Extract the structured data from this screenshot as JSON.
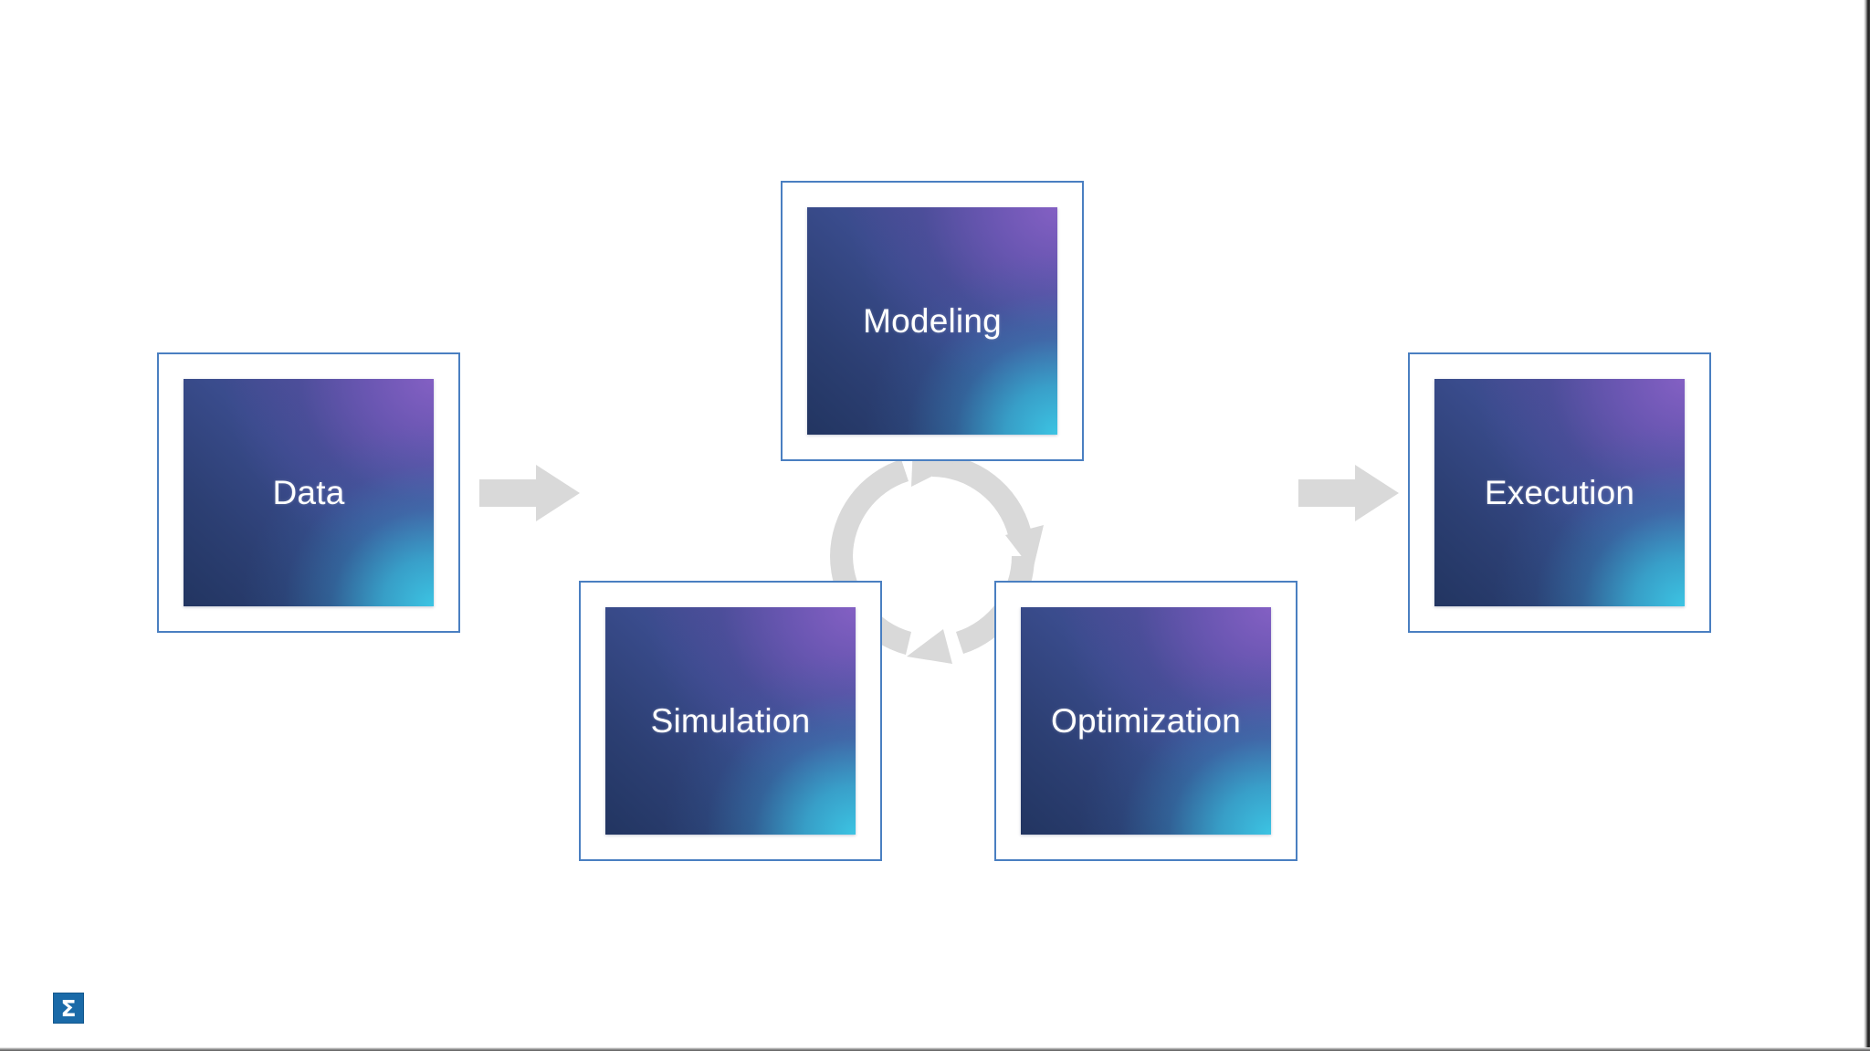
{
  "slide": {
    "background_color": "#ffffff",
    "accent_border_color": "#4a7fc1",
    "connector_color": "#d9d9d9",
    "tile_gradient": {
      "from_bottom_left": "#223561",
      "to_top_right": "#6a58a8",
      "highlight_bottom_right": "#3ec8e6"
    }
  },
  "nodes": [
    {
      "id": "data",
      "label": "Data"
    },
    {
      "id": "modeling",
      "label": "Modeling"
    },
    {
      "id": "simulation",
      "label": "Simulation"
    },
    {
      "id": "optimization",
      "label": "Optimization"
    },
    {
      "id": "execution",
      "label": "Execution"
    }
  ],
  "connectors": [
    {
      "id": "data-to-modeling",
      "type": "straight-arrow",
      "direction": "right",
      "color": "#d9d9d9"
    },
    {
      "id": "optimization-to-execution",
      "type": "straight-arrow",
      "direction": "right",
      "color": "#d9d9d9"
    },
    {
      "id": "modeling-simulation-optimization-cycle",
      "type": "circular-arrow",
      "direction": "clockwise",
      "color": "#d9d9d9",
      "arrowheads": 3
    }
  ],
  "logo": {
    "glyph": "Σ",
    "name": "sigma-logo",
    "background_color": "#1a6aa8",
    "glyph_color": "#ffffff"
  }
}
